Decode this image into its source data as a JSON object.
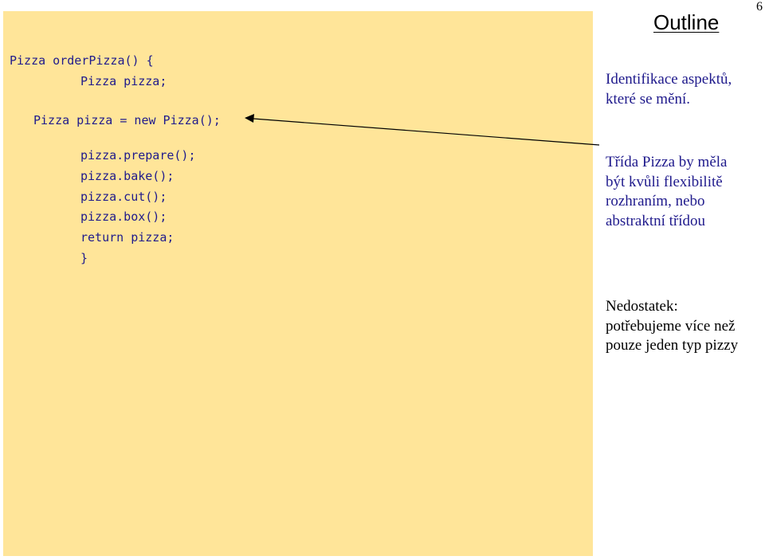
{
  "page_number": "6",
  "outline_title": "Outline",
  "code": {
    "line1": "Pizza orderPizza() {",
    "line2": "Pizza pizza;",
    "line3": "Pizza pizza = new Pizza();",
    "line4": "pizza.prepare();",
    "line5": "pizza.bake();",
    "line6": "pizza.cut();",
    "line7": "pizza.box();",
    "line8": "return pizza;",
    "line9": "}"
  },
  "notes": {
    "note1": [
      "Identifikace aspektů,",
      "které se mění."
    ],
    "note2": [
      "Třída Pizza by měla",
      "být kvůli flexibilitě",
      "rozhraním, nebo",
      "abstraktní třídou"
    ],
    "note3": [
      "Nedostatek:",
      "potřebujeme více než",
      "pouze jeden typ pizzy"
    ]
  },
  "colors": {
    "code_background": "#ffe599",
    "code_text": "#1f1a8c",
    "note_text": "#1f1a8c"
  }
}
